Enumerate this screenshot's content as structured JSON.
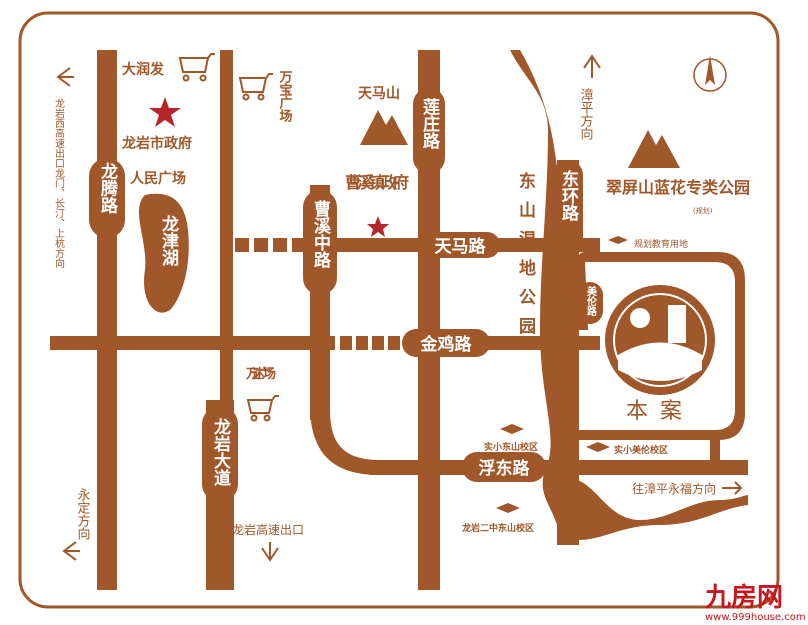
{
  "colors": {
    "road": "#a0582a",
    "star": "#b5262b",
    "watermark": "#c8161d",
    "background": "#ffffff"
  },
  "roads": {
    "longteng": "龙腾路",
    "caoxi": "曹溪中路",
    "lianzhuang": "莲庄路",
    "donghuan": "东环路",
    "tianma": "天马路",
    "jinji": "金鸡路",
    "fudong": "浮东路",
    "longyan_avenue": "龙岩大道",
    "meilun": "美伦路"
  },
  "places": {
    "darunfa": "大润发",
    "wanbao": "万宝广场",
    "government": "龙岩市政府",
    "people_square": "人民广场",
    "longjin_lake": "龙津湖",
    "tianma_mountain": "天马山",
    "caoxi_gov": "曹溪镇政府",
    "wetland": "东山湿地公园",
    "cuiping": "翠屏山蓝花专类公园",
    "cuiping_note": "(规划)",
    "edu_land": "规划教育用地",
    "wanda": "万达广场",
    "project": "本案",
    "school1": "实小东山校区",
    "school2": "实小美伦校区",
    "school3": "龙岩二中东山校区"
  },
  "directions": {
    "west": "龙岩西高速出口龙门、长汀、上杭方向",
    "zhangping": "漳平方向",
    "yongding": "永定方向",
    "highway_exit": "龙岩高速出口",
    "east": "往漳平永福方向"
  },
  "watermark": {
    "logo": "九房网",
    "url": "www.999house.com"
  },
  "icons": [
    "shopping-cart-icon",
    "star-icon",
    "mountain-icon",
    "graduation-cap-icon",
    "arrow-icon",
    "compass-icon"
  ]
}
